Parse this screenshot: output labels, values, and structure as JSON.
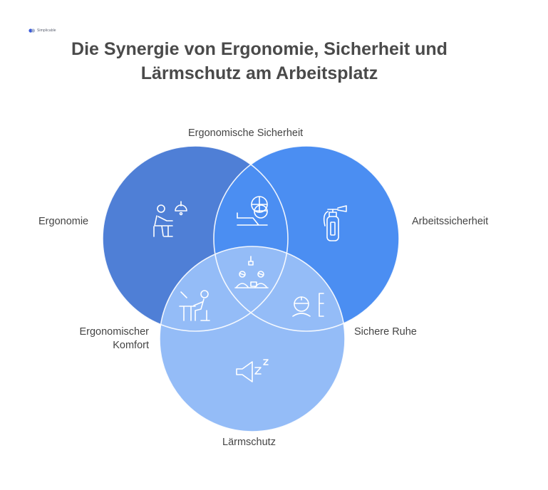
{
  "logo": {
    "text": "Simplicable"
  },
  "title": {
    "line1": "Die Synergie von Ergonomie, Sicherheit und",
    "line2": "Lärmschutz am Arbeitsplatz"
  },
  "circles": [
    {
      "id": "ergonomie",
      "label": "Ergonomie",
      "color": "#4f7fd6",
      "icon": "person-at-desk-with-lamp-icon"
    },
    {
      "id": "arbeitssicherheit",
      "label": "Arbeitssicherheit",
      "color": "#4b8ef2",
      "icon": "fire-extinguisher-icon"
    },
    {
      "id": "laermschutz",
      "label": "Lärmschutz",
      "color": "#94bcf7",
      "icon": "quiet-speaker-icon"
    }
  ],
  "overlaps": {
    "ergonomie_arbeitssicherheit": {
      "label": "Ergonomische Sicherheit",
      "icon": "worker-with-helmet-icon"
    },
    "arbeitssicherheit_laermschutz": {
      "label": "Sichere Ruhe",
      "icon": "worker-with-ear-protection-icon"
    },
    "ergonomie_laermschutz": {
      "label_line1": "Ergonomischer",
      "label_line2": "Komfort",
      "icon": "person-sitting-at-desk-icon"
    },
    "center": {
      "icon": "meeting-table-icon"
    }
  },
  "colors": {
    "title": "#4a4a4a",
    "label": "#444444",
    "icon_stroke": "#ffffff"
  }
}
